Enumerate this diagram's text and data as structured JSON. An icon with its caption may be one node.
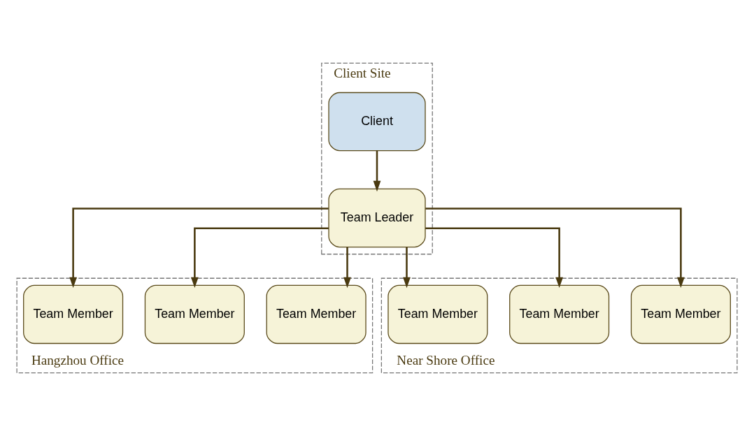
{
  "diagram": {
    "nodes": [
      {
        "text": [
          "Client Site"
        ]
      },
      {
        "text": [
          "Client"
        ],
        "in": 0
      },
      {
        "text": [
          "Team Leader"
        ],
        "in": 0
      },
      {
        "text": [
          "Hangzhou Office"
        ]
      },
      {
        "text": [
          "Team Member"
        ],
        "in": 3
      },
      {
        "text": [
          "Team Member"
        ],
        "in": 3
      },
      {
        "text": [
          "Team Member"
        ],
        "in": 3
      },
      {
        "text": [
          "Near Shore Office"
        ]
      },
      {
        "text": [
          "Team Member"
        ],
        "in": 7
      },
      {
        "text": [
          "Team Member"
        ],
        "in": 7
      },
      {
        "text": [
          "Team Member"
        ],
        "in": 7
      }
    ],
    "edges": [
      {
        "from": 1,
        "to": 2,
        "arrow": "to"
      },
      {
        "from": 2,
        "to": 4,
        "arrow": "to"
      },
      {
        "from": 2,
        "to": 5,
        "arrow": "to"
      },
      {
        "from": 2,
        "to": 6,
        "arrow": "to"
      },
      {
        "from": 2,
        "to": 8,
        "arrow": "to"
      },
      {
        "from": 2,
        "to": 9,
        "arrow": "to"
      },
      {
        "from": 2,
        "to": 10,
        "arrow": "to"
      }
    ]
  }
}
